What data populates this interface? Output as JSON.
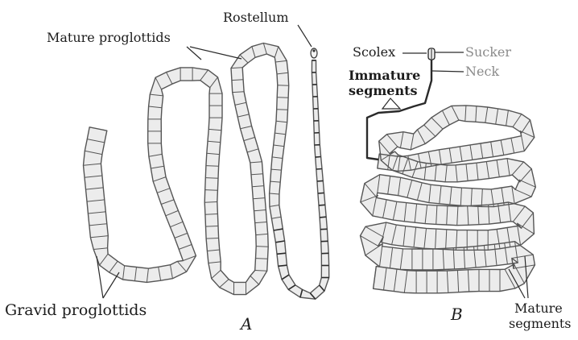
{
  "figure_a": {
    "panel_label": "A",
    "labels": {
      "rostellum": "Rostellum",
      "mature_proglottids": "Mature proglottids",
      "gravid_proglottids": "Gravid proglottids"
    }
  },
  "figure_b": {
    "panel_label": "B",
    "labels": {
      "scolex": "Scolex",
      "sucker": "Sucker",
      "neck": "Neck",
      "immature_segments_line1": "Immature",
      "immature_segments_line2": "segments",
      "mature_segments_line1": "Mature",
      "mature_segments_line2": "segments"
    }
  },
  "colors": {
    "ink": "#1c1c1c",
    "segment_fill": "#ececec",
    "segment_stroke": "#555555",
    "neck_dark": "#2a2a2a",
    "paper": "#ffffff"
  }
}
